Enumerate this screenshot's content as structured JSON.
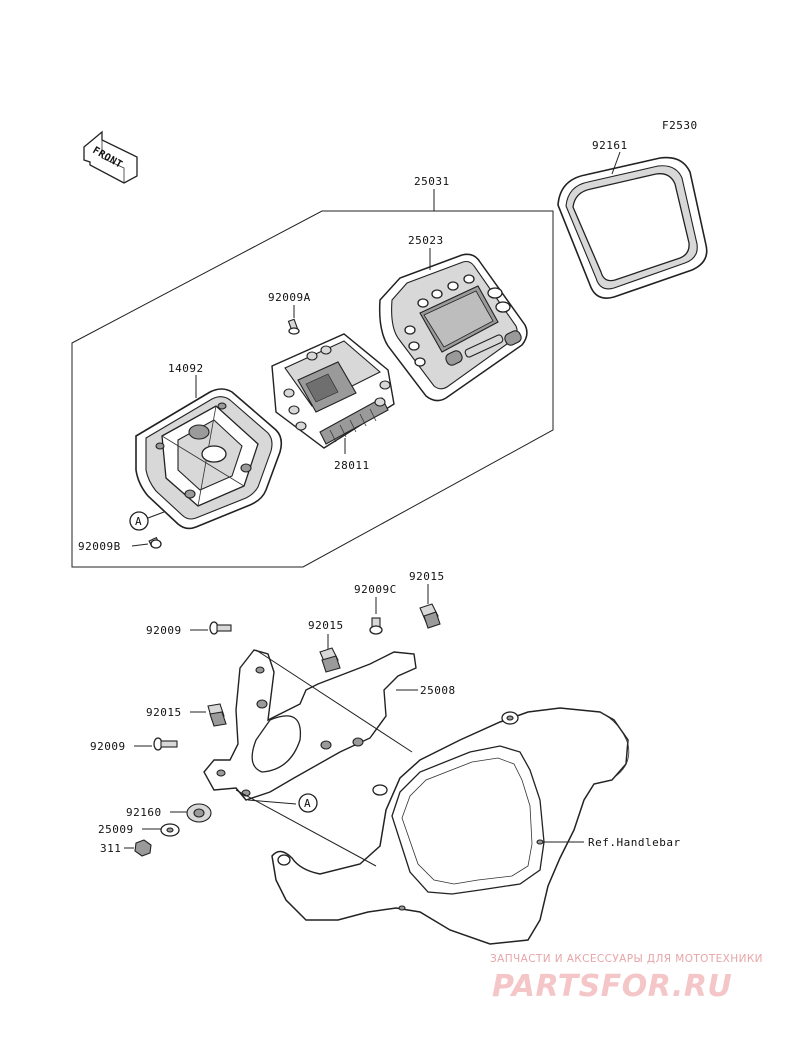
{
  "figure_code": "F2530",
  "front_arrow": "FRONT",
  "callouts": {
    "p92161": "92161",
    "p25031": "25031",
    "p25023": "25023",
    "p92009A": "92009A",
    "p14092": "14092",
    "p28011": "28011",
    "p92009B": "92009B",
    "p92015_top": "92015",
    "p92009C": "92009C",
    "p92015_mid": "92015",
    "p92009_upper": "92009",
    "p25008": "25008",
    "p92015_left": "92015",
    "p92009_lower": "92009",
    "p92160": "92160",
    "p25009": "25009",
    "p311": "311",
    "ref_handlebar": "Ref.Handlebar"
  },
  "markers": {
    "a_upper": "A",
    "a_lower": "A"
  },
  "watermark": {
    "line1": "ЗАПЧАСТИ И АКСЕССУАРЫ ДЛЯ МОТОТЕХНИКИ",
    "line2": "PARTSFOR.RU"
  }
}
